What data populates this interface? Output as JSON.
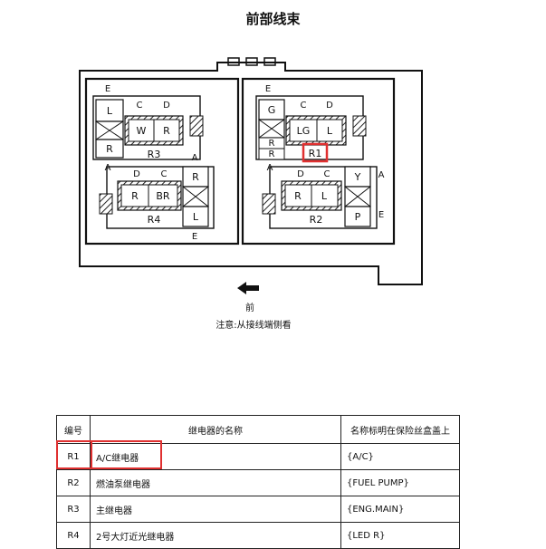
{
  "title": "前部线束",
  "front_label": "前",
  "note": "注意:从接线端侧看",
  "relay_blocks": {
    "r3": {
      "name": "R3",
      "top_left": "E",
      "letters_c": "C",
      "letters_d": "D",
      "pins": [
        "L",
        "R",
        "W",
        "R"
      ],
      "side_a": "A"
    },
    "r4": {
      "name": "R4",
      "letters_d": "D",
      "letters_c": "C",
      "pins": [
        "R",
        "BR",
        "R",
        "L"
      ],
      "side_a": "A",
      "bottom_e": "E"
    },
    "r1": {
      "name": "R1",
      "top_left": "E",
      "letters_c": "C",
      "letters_d": "D",
      "pins": [
        "G",
        "LG",
        "L",
        "R",
        "R"
      ],
      "side_a": "A"
    },
    "r2": {
      "name": "R2",
      "letters_d": "D",
      "letters_c": "C",
      "pins": [
        "R",
        "L",
        "Y",
        "P"
      ],
      "side_a": "A",
      "side_e": "E"
    }
  },
  "table": {
    "headers": [
      "编号",
      "继电器的名称",
      "名称标明在保险丝盒盖上"
    ],
    "rows": [
      {
        "code": "R1",
        "name": "A/C继电器",
        "mark": "{A/C}"
      },
      {
        "code": "R2",
        "name": "燃油泵继电器",
        "mark": "{FUEL PUMP}"
      },
      {
        "code": "R3",
        "name": "主继电器",
        "mark": "{ENG.MAIN}"
      },
      {
        "code": "R4",
        "name": "2号大灯近光继电器",
        "mark": "{LED R}"
      }
    ]
  },
  "highlight_color": "#e03030"
}
